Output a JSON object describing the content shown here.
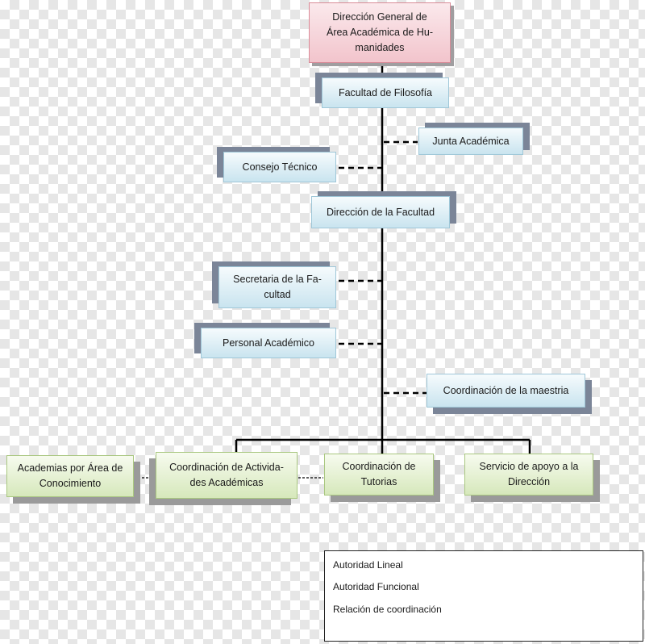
{
  "nodes": {
    "direccion_general": "Dirección General de\nÁrea Académica de Hu-\nmanidades",
    "facultad_filosofia": "Facultad de Filosofía",
    "junta_academica": "Junta Académica",
    "consejo_tecnico": "Consejo Técnico",
    "direccion_facultad": "Dirección de la Facultad",
    "secretaria": "Secretaria de la Fa-\ncultad",
    "personal_academico": "Personal Académico",
    "coordinacion_maestria": "Coordinación de la maestria",
    "academias": "Academias por Área de\nConocimiento",
    "coordinacion_actividades": "Coordinación de Activida-\ndes Académicas",
    "coordinacion_tutorias": "Coordinación de\nTutorias",
    "servicio_apoyo": "Servicio de apoyo a la\nDirección"
  },
  "legend": {
    "items": [
      {
        "label": "Autoridad Lineal",
        "style": "solid"
      },
      {
        "label": "Autoridad Funcional",
        "style": "dashed"
      },
      {
        "label": "Relación de coordinación",
        "style": "dotted"
      }
    ]
  },
  "colors": {
    "red_box": "#f2c4cc",
    "blue_box": "#c9e4ef",
    "green_box": "#d6e8bb",
    "line": "#000000"
  }
}
